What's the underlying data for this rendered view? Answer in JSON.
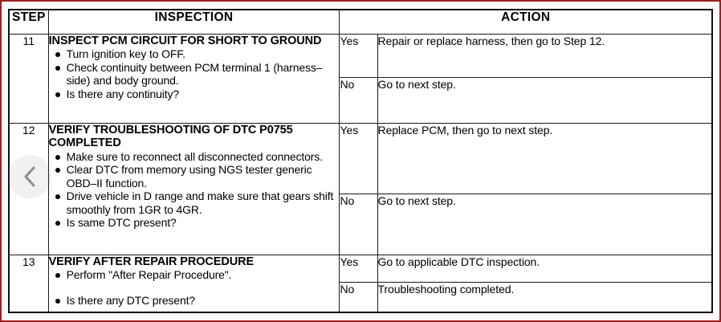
{
  "document": {
    "type": "diagnostic-trouble-code-flowchart",
    "frame_color": "#9e1f22"
  },
  "table": {
    "headers": {
      "step": "STEP",
      "inspection": "INSPECTION",
      "action": "ACTION"
    },
    "rows": [
      {
        "step": "11",
        "title": "INSPECT PCM CIRCUIT FOR SHORT TO GROUND",
        "bullets": [
          "Turn ignition key to OFF.",
          "Check continuity between PCM terminal 1 (harness–side) and body ground.",
          "Is there any continuity?"
        ],
        "answers": [
          {
            "label": "Yes",
            "action": "Repair or replace harness, then go to Step 12."
          },
          {
            "label": "No",
            "action": "Go to next step."
          }
        ]
      },
      {
        "step": "12",
        "title": "VERIFY TROUBLESHOOTING OF DTC P0755 COMPLETED",
        "bullets": [
          "Make sure to reconnect all disconnected connectors.",
          "Clear DTC from memory using NGS tester generic OBD–II function.",
          "Drive vehicle in D range and make sure that gears shift smoothly from 1GR to 4GR.",
          "Is same DTC present?"
        ],
        "answers": [
          {
            "label": "Yes",
            "action": "Replace PCM, then go to next step."
          },
          {
            "label": "No",
            "action": "Go to next step."
          }
        ]
      },
      {
        "step": "13",
        "title": "VERIFY AFTER REPAIR PROCEDURE",
        "bullets": [
          "Perform \"After Repair Procedure\".",
          "Is there any DTC present?"
        ],
        "answers": [
          {
            "label": "Yes",
            "action": "Go to applicable DTC inspection."
          },
          {
            "label": "No",
            "action": "Troubleshooting completed."
          }
        ]
      }
    ]
  },
  "overlay": {
    "back_nav_icon": "chevron-left-icon"
  }
}
